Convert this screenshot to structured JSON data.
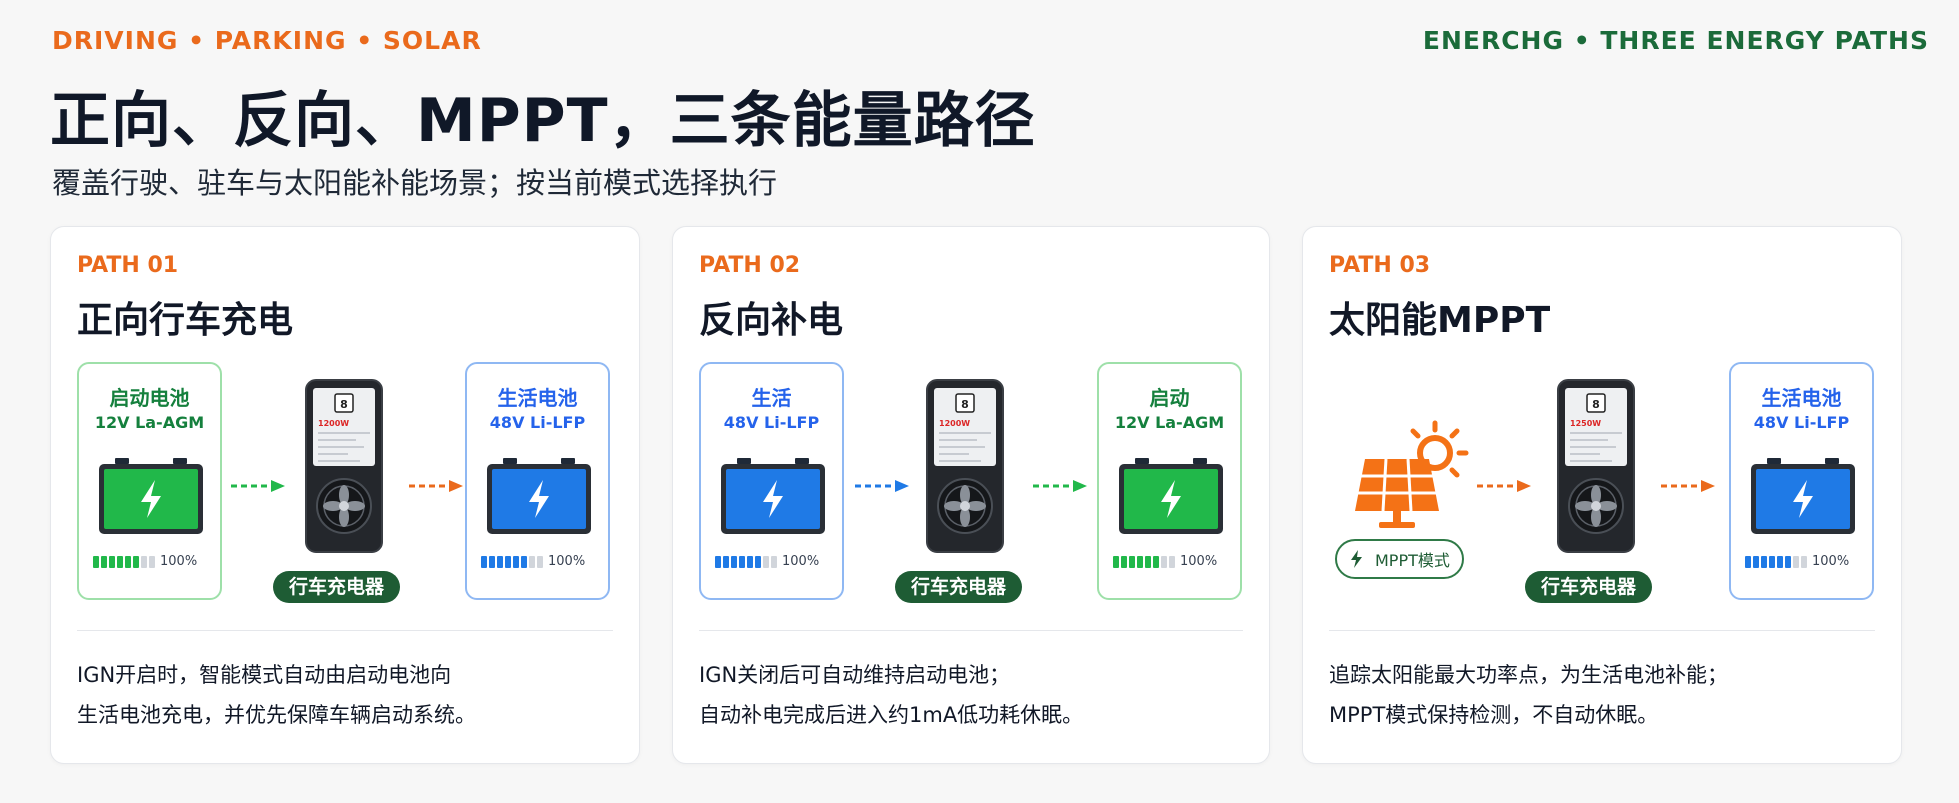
{
  "header": {
    "tagline": "DRIVING • PARKING • SOLAR",
    "brand": "ENERCHG • THREE ENERGY PATHS",
    "title": "正向、反向、MPPT，三条能量路径",
    "subtitle": "覆盖行驶、驻车与太阳能补能场景；按当前模式选择执行"
  },
  "device_label": "行车充电器",
  "mppt_badge": "MPPT模式",
  "colors": {
    "accent_orange": "#ea6a1c",
    "brand_green": "#1b6b3a",
    "battery_green": "#21b84a",
    "battery_blue": "#1f7ae6",
    "label_bg": "#1e5c34"
  },
  "icons": [
    "battery-icon",
    "lightning-icon",
    "charger-device-icon",
    "dashed-arrow-right-icon",
    "solar-panel-icon",
    "sun-icon"
  ],
  "cards": [
    {
      "path": "PATH 01",
      "title": "正向行车充电",
      "source": {
        "name": "启动电池",
        "spec": "12V La-AGM",
        "level": "100%",
        "color": "green"
      },
      "target": {
        "name": "生活电池",
        "spec": "48V Li-LFP",
        "level": "100%",
        "color": "blue"
      },
      "device_power": "1200W",
      "desc_line1": "IGN开启时，智能模式自动由启动电池向",
      "desc_line2": "生活电池充电，并优先保障车辆启动系统。"
    },
    {
      "path": "PATH 02",
      "title": "反向补电",
      "source": {
        "name": "生活",
        "spec": "48V Li-LFP",
        "level": "100%",
        "color": "blue"
      },
      "target": {
        "name": "启动",
        "spec": "12V La-AGM",
        "level": "100%",
        "color": "green"
      },
      "device_power": "1200W",
      "desc_line1": "IGN关闭后可自动维持启动电池；",
      "desc_line2": "自动补电完成后进入约1mA低功耗休眠。"
    },
    {
      "path": "PATH 03",
      "title": "太阳能MPPT",
      "target": {
        "name": "生活电池",
        "spec": "48V Li-LFP",
        "level": "100%",
        "color": "blue"
      },
      "device_power": "1250W",
      "desc_line1": "追踪太阳能最大功率点，为生活电池补能；",
      "desc_line2": "MPPT模式保持检测，不自动休眠。"
    }
  ]
}
